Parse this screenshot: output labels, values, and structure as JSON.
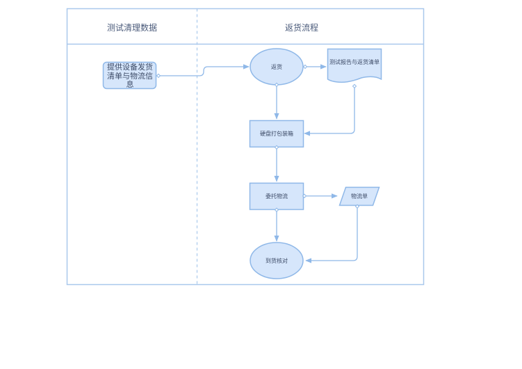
{
  "colors": {
    "stroke": "#8fb8e8",
    "fill": "#d6e6fb",
    "frame": "#a9c8ec",
    "text": "#3c4a66",
    "header_text": "#4a5a7a"
  },
  "lanes": [
    {
      "title": "测试清理数据"
    },
    {
      "title": "返货流程"
    }
  ],
  "nodes": {
    "provide_info": {
      "shape": "rounded-rect",
      "lines": [
        "提供设备发货",
        "清单与物流信",
        "息"
      ]
    },
    "return_goods": {
      "shape": "ellipse",
      "label": "返货"
    },
    "report_doc": {
      "shape": "document",
      "label": "测试报告与返货清单"
    },
    "pack_disk": {
      "shape": "rect",
      "label": "硬盘打包装箱"
    },
    "entrust_logistics": {
      "shape": "rect",
      "label": "委托物流"
    },
    "waybill": {
      "shape": "parallelogram",
      "label": "物流单"
    },
    "arrival_check": {
      "shape": "ellipse",
      "label": "到货核对"
    }
  },
  "edges": [
    {
      "from": "provide_info",
      "to": "return_goods"
    },
    {
      "from": "return_goods",
      "to": "report_doc"
    },
    {
      "from": "return_goods",
      "to": "pack_disk"
    },
    {
      "from": "report_doc",
      "to": "pack_disk"
    },
    {
      "from": "pack_disk",
      "to": "entrust_logistics"
    },
    {
      "from": "entrust_logistics",
      "to": "waybill"
    },
    {
      "from": "entrust_logistics",
      "to": "arrival_check"
    },
    {
      "from": "waybill",
      "to": "arrival_check"
    }
  ]
}
